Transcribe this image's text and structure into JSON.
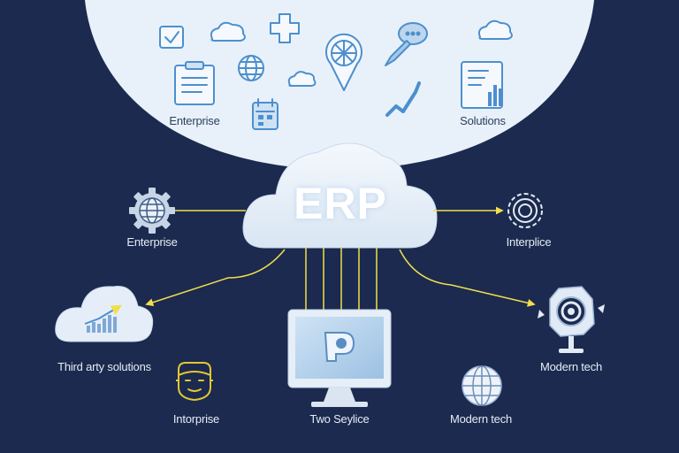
{
  "title": "ERP",
  "labels": {
    "top_left": "Enterprise",
    "top_right": "Solutions",
    "left_gear": "Enterprise",
    "right_target": "Interplice",
    "cloud_chart": "Third arty solutions",
    "robot": "Modern tech",
    "face": "Intorprise",
    "monitor": "Two Seylice",
    "globe": "Modern tech"
  },
  "icons": [
    "checkbox-icon",
    "cloud-icon",
    "plus-icon",
    "map-pin-icon",
    "chat-bubble-icon",
    "pen-icon",
    "cloud-icon",
    "clipboard-icon",
    "globe-icon",
    "calendar-icon",
    "trend-line-icon",
    "bar-chart-document-icon",
    "gear-globe-icon",
    "target-icon",
    "cloud-chart-icon",
    "monitor-icon",
    "robot-arm-icon",
    "face-icon",
    "globe-icon"
  ],
  "colors": {
    "background": "#1b2a4e",
    "dome": "#e8f1fa",
    "icon_blue": "#4d8fce",
    "connector_yellow": "#f2de4c",
    "cloud": "#eef4fb",
    "face_yellow": "#e3c733"
  }
}
